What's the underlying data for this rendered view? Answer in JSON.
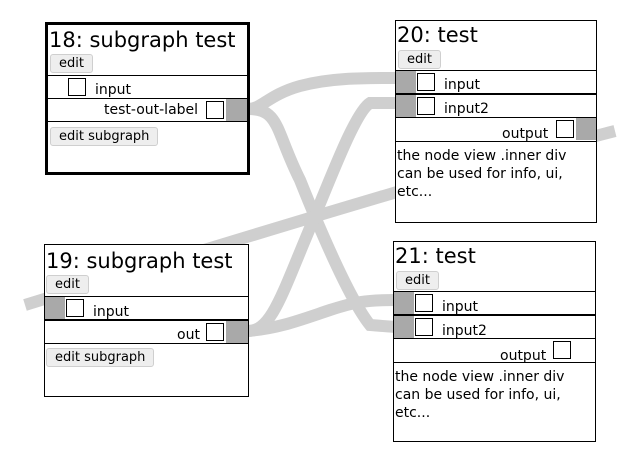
{
  "colors": {
    "wire": "#cfcfcf",
    "port_shade": "#a9a9a9",
    "border": "#000000"
  },
  "node18": {
    "title": "18: subgraph test",
    "edit_label": "edit",
    "input_label": "input",
    "output_label": "test-out-label",
    "edit_subgraph_label": "edit subgraph"
  },
  "node19": {
    "title": "19: subgraph test",
    "edit_label": "edit",
    "input_label": "input",
    "output_label": "out",
    "edit_subgraph_label": "edit subgraph"
  },
  "node20": {
    "title": "20: test",
    "edit_label": "edit",
    "input1_label": "input",
    "input2_label": "input2",
    "output_label": "output",
    "inner_text": [
      "the node view .inner div",
      "can be used for info, ui,",
      "etc..."
    ]
  },
  "node21": {
    "title": "21: test",
    "edit_label": "edit",
    "input1_label": "input",
    "input2_label": "input2",
    "output_label": "output",
    "inner_text": [
      "the node view .inner div",
      "can be used for info, ui,",
      "etc..."
    ]
  }
}
